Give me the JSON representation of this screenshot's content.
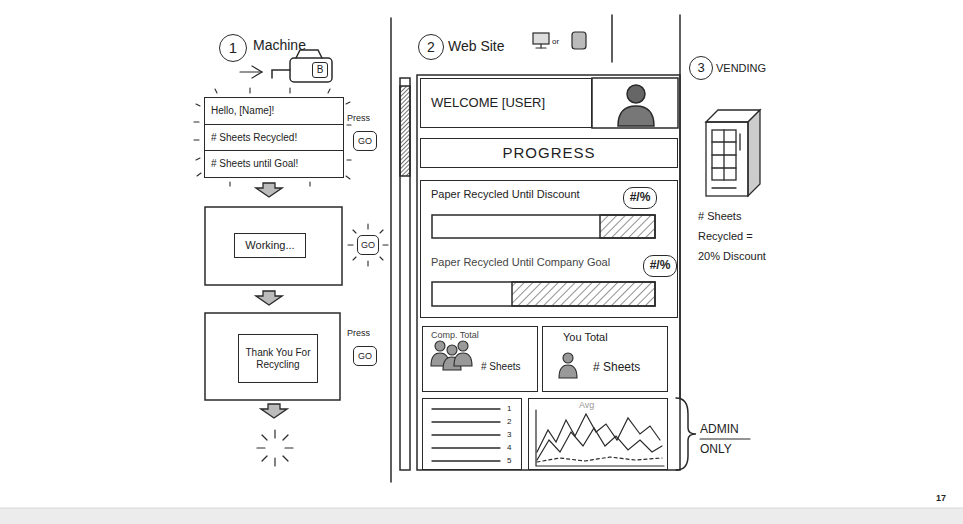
{
  "diagram": {
    "nodes": [
      {
        "text": [
          "1"
        ]
      },
      {
        "text": [
          "B"
        ]
      },
      {
        "text": [
          "Hello, [Name]!",
          "# Sheets Recycled!",
          "# Sheets until Goal!"
        ]
      },
      {
        "text": [
          "Press",
          "GO"
        ]
      },
      {
        "text": [
          "Working..."
        ]
      },
      {
        "text": [
          "GO"
        ]
      },
      {
        "text": [
          "Thank You For Recycling"
        ]
      },
      {
        "text": [
          "Press",
          "GO"
        ]
      },
      {
        "text": [
          "2"
        ]
      },
      {
        "text": [
          "WELCOME [USER]"
        ]
      },
      {
        "text": [
          "PROGRESS"
        ]
      },
      {
        "text": [
          "Paper Recycled Until Discount",
          "Paper Recycled Until Company Goal"
        ]
      },
      {
        "text": [
          "#/%"
        ],
        "in": 11
      },
      {
        "text": [
          "#/%"
        ],
        "in": 11
      },
      {
        "text": [
          "Comp. Total",
          "# Sheets"
        ]
      },
      {
        "text": [
          "You Total",
          "# Sheets"
        ]
      },
      {
        "text": [
          "1",
          "2",
          "3",
          "4",
          "5"
        ]
      },
      {
        "text": [
          "Avg"
        ]
      },
      {
        "text": [
          "3"
        ]
      }
    ],
    "labels": [
      "Machine",
      "Web Site",
      "or",
      "VENDING",
      "# Sheets Recycled = 20% Discount",
      "ADMIN ONLY",
      "17"
    ]
  }
}
